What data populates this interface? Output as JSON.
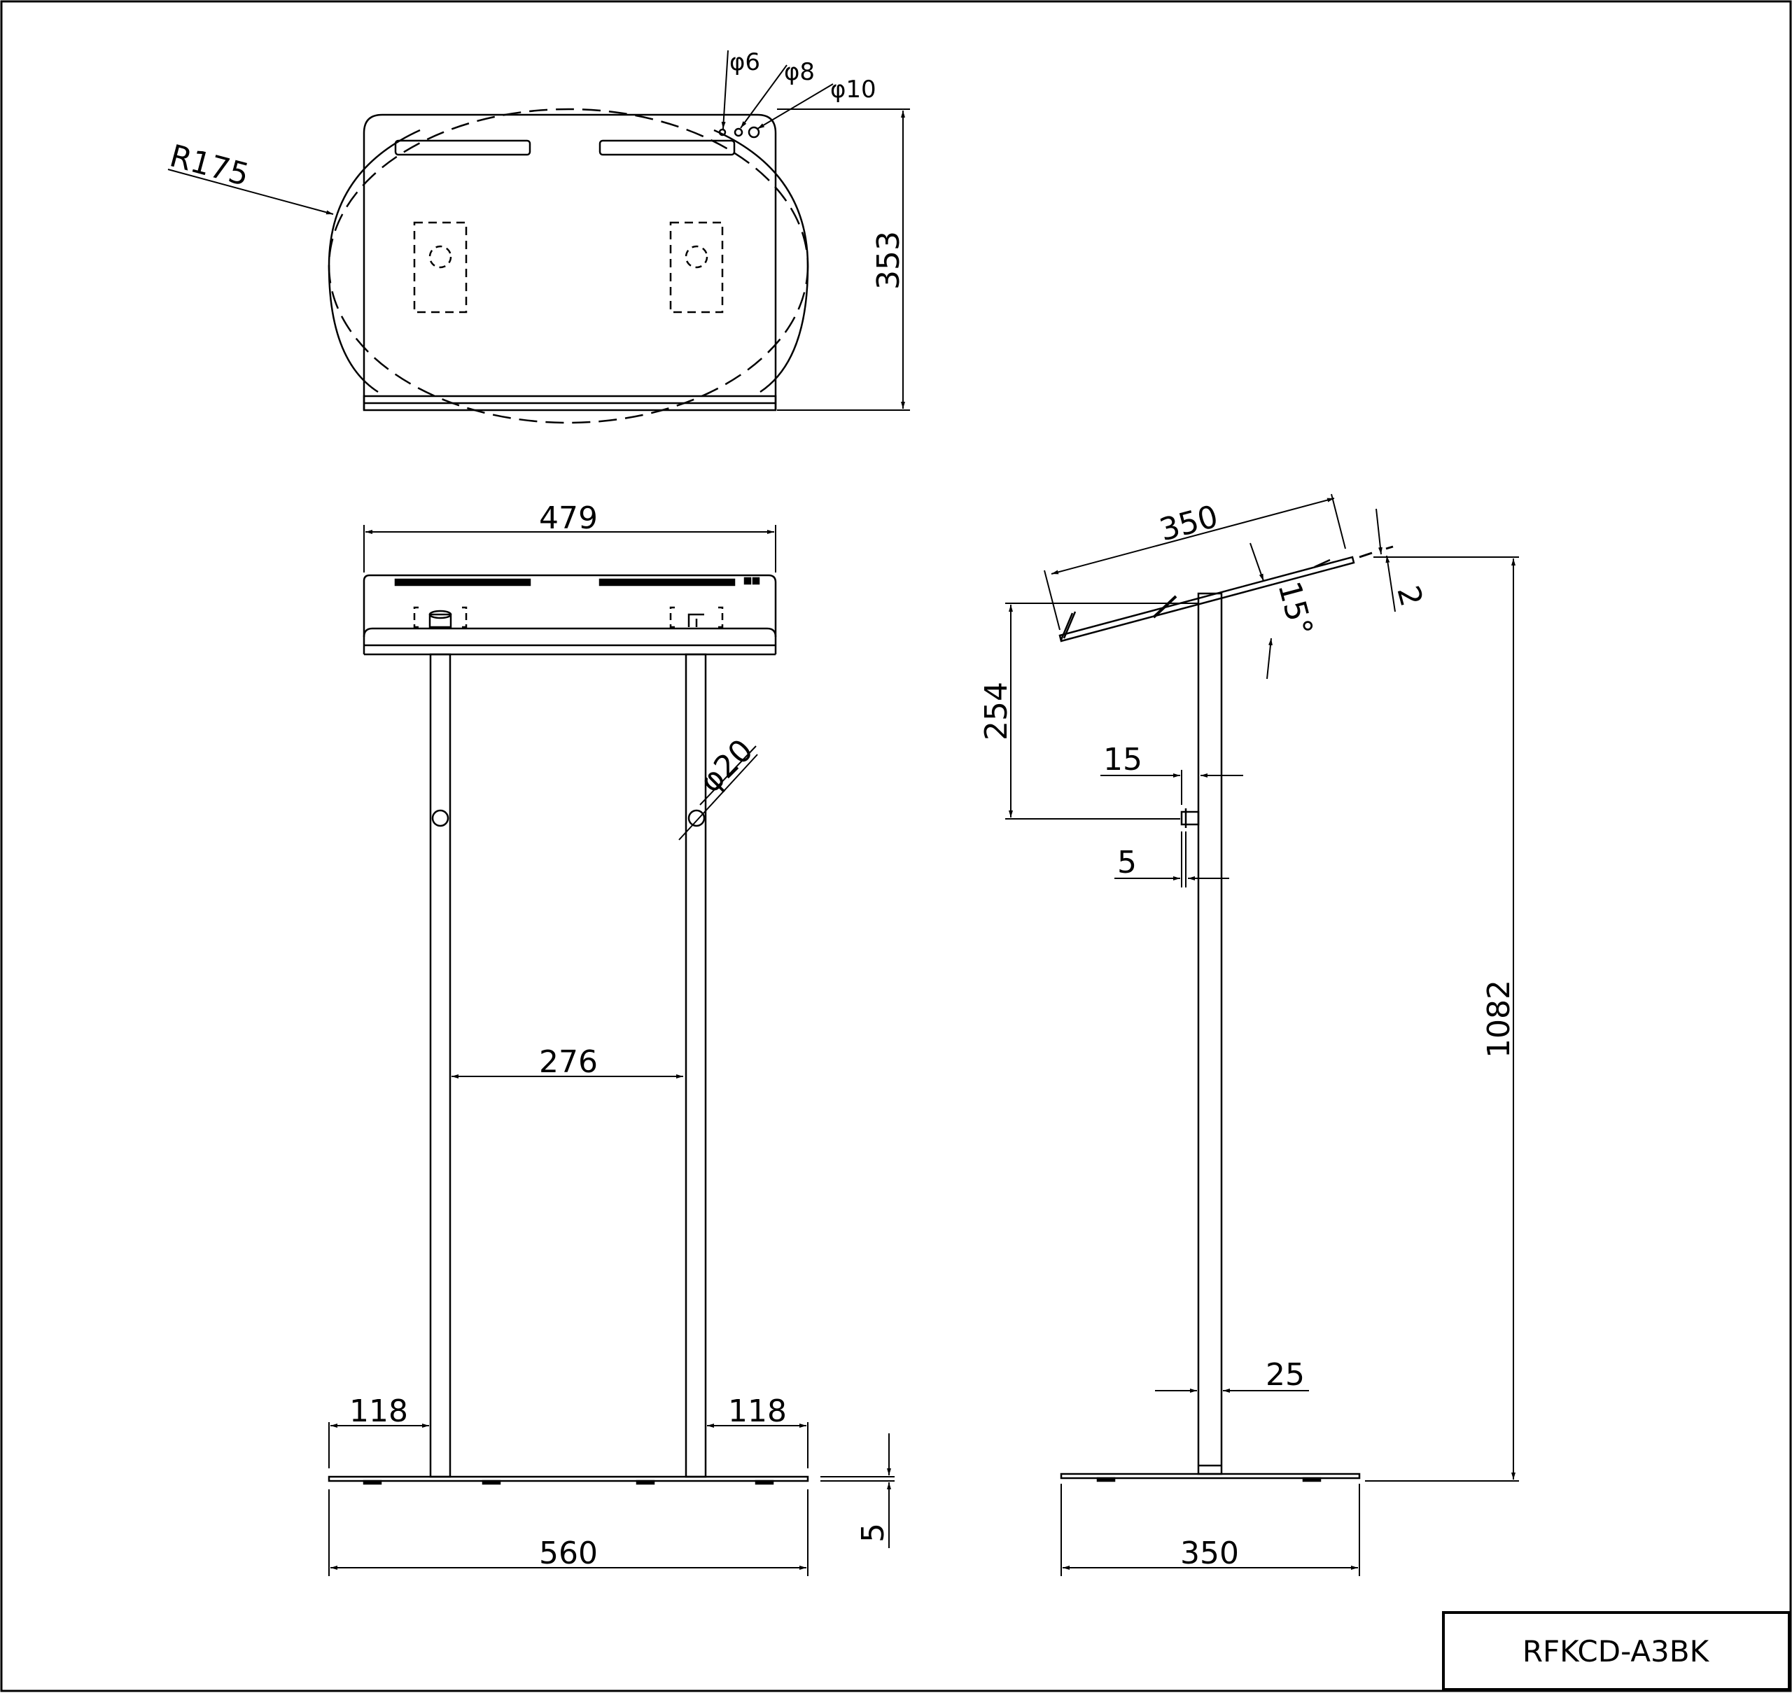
{
  "title_block": {
    "model": "RFKCD-A3BK"
  },
  "top_view": {
    "radius": "R175",
    "hole_6": "φ6",
    "hole_8": "φ8",
    "hole_10": "φ10",
    "depth": "353"
  },
  "front_view": {
    "top_width": "479",
    "pole_spacing": "276",
    "pole_hole": "φ20",
    "left_offset": "118",
    "right_offset": "118",
    "base_width": "560",
    "base_thickness": "5"
  },
  "side_view": {
    "board_length": "350",
    "lip": "2",
    "angle": "15°",
    "board_height": "254",
    "knob_length": "15",
    "knob_gap": "5",
    "pole_width": "25",
    "total_height": "1082",
    "base_depth": "350"
  }
}
